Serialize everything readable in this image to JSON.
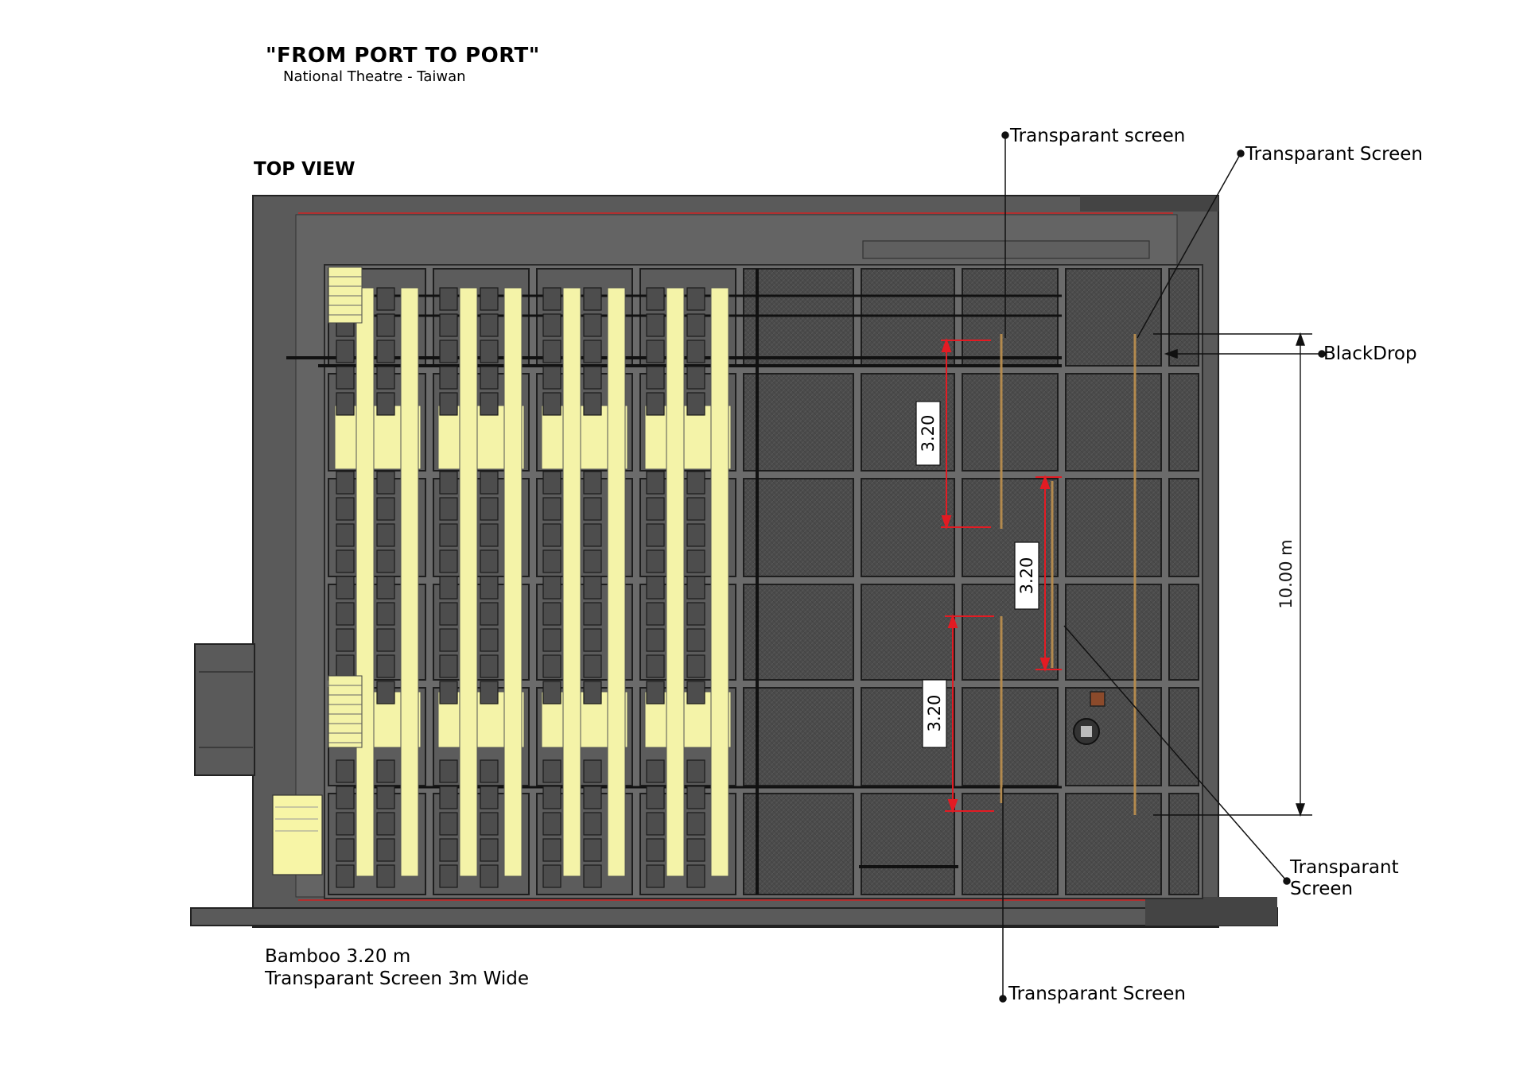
{
  "header": {
    "title": "\"FROM PORT TO PORT\"",
    "subtitle": "National Theatre - Taiwan",
    "view_label": "TOP VIEW"
  },
  "notes": {
    "line1": "Bamboo 3.20 m",
    "line2": "Transparant Screen 3m Wide"
  },
  "callouts": {
    "ts_top": "Transparant screen",
    "ts_top_right": "Transparant Screen",
    "blackdrop": "BlackDrop",
    "ts_lower_right_line1": "Transparant",
    "ts_lower_right_line2": "Screen",
    "ts_bottom": "Transparant Screen"
  },
  "dimensions": {
    "bamboo_1": "3.20",
    "bamboo_2": "3.20",
    "bamboo_3": "3.20",
    "overall": "10.00 m"
  },
  "colors": {
    "stage_dark": "#5b5b5b",
    "stage_floor": "#4a4a4a",
    "grid_frame": "#7a7a7a",
    "seat_yellow": "#f4f3a8",
    "dimension_red": "#e31b23",
    "ink": "#000000"
  }
}
